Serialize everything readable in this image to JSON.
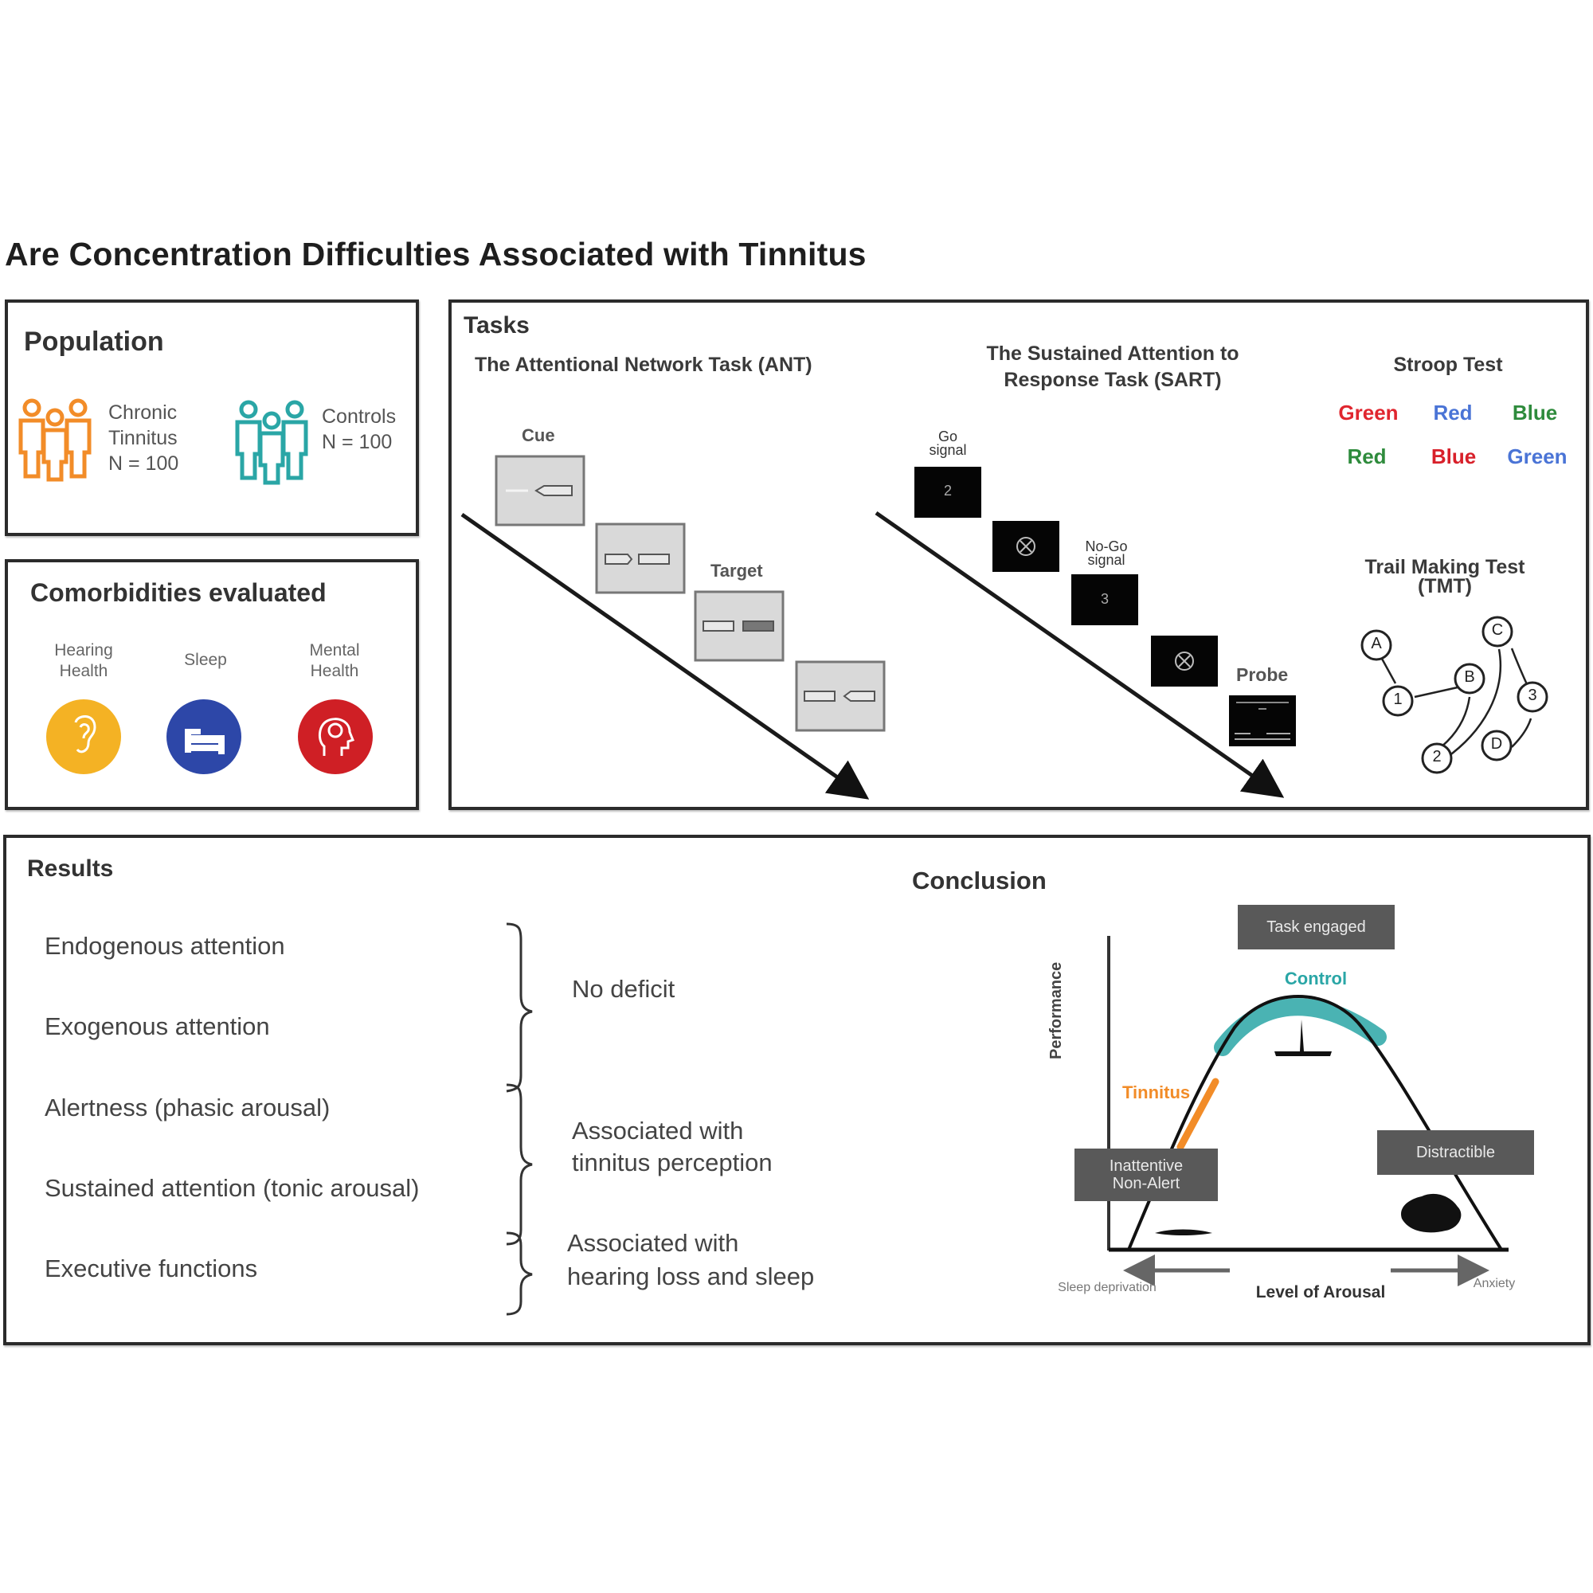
{
  "title": "Are Concentration Difficulties Associated with Tinnitus",
  "population": {
    "heading": "Population",
    "groups": [
      {
        "icon": "people-group-icon",
        "color": "#f28c28",
        "line1": "Chronic",
        "line2": "Tinnitus",
        "line3": "N = 100"
      },
      {
        "icon": "people-group-icon",
        "color": "#2aa6a6",
        "line1": "Controls",
        "line2": "N = 100"
      }
    ]
  },
  "comorbidities": {
    "heading": "Comorbidities evaluated",
    "items": [
      {
        "line1": "Hearing",
        "line2": "Health",
        "icon": "ear-icon",
        "color": "#f4b224"
      },
      {
        "line1": "Sleep",
        "line2": "",
        "icon": "bed-icon",
        "color": "#2d47a8"
      },
      {
        "line1": "Mental",
        "line2": "Health",
        "icon": "head-mind-icon",
        "color": "#cf1f25"
      }
    ]
  },
  "tasks": {
    "heading": "Tasks",
    "ant": {
      "title": "The Attentional Network Task (ANT)",
      "cue_label": "Cue",
      "target_label": "Target"
    },
    "sart": {
      "title_line1": "The Sustained Attention to",
      "title_line2": "Response Task (SART)",
      "go_label_1": "Go",
      "go_label_2": "signal",
      "go_digit": "2",
      "nogo_label_1": "No-Go",
      "nogo_label_2": "signal",
      "nogo_digit": "3",
      "mask_symbol": "⊗",
      "probe_label": "Probe"
    },
    "stroop": {
      "title": "Stroop Test",
      "words": [
        {
          "text": "Green",
          "color": "#e0262f"
        },
        {
          "text": "Red",
          "color": "#4a74d6"
        },
        {
          "text": "Blue",
          "color": "#2e8b3c"
        },
        {
          "text": "Red",
          "color": "#2e8b3c"
        },
        {
          "text": "Blue",
          "color": "#d8202a"
        },
        {
          "text": "Green",
          "color": "#4a74d6"
        }
      ]
    },
    "tmt": {
      "title_line1": "Trail Making Test",
      "title_line2": "(TMT)",
      "nodes": [
        "A",
        "1",
        "B",
        "2",
        "C",
        "3",
        "D"
      ]
    }
  },
  "results": {
    "heading": "Results",
    "items": [
      "Endogenous attention",
      "Exogenous attention",
      "Alertness (phasic arousal)",
      "Sustained attention (tonic arousal)",
      "Executive functions"
    ],
    "groups": [
      {
        "line1": "No deficit",
        "line2": ""
      },
      {
        "line1": "Associated with",
        "line2": "tinnitus perception"
      },
      {
        "line1": "Associated with",
        "line2": "hearing loss and sleep"
      }
    ]
  },
  "conclusion": {
    "heading": "Conclusion",
    "y_axis_label": "Performance",
    "x_axis_label": "Level of Arousal",
    "left_arrow_label": "Sleep deprivation",
    "right_arrow_label": "Anxiety",
    "task_engaged": "Task engaged",
    "inattentive_line1": "Inattentive",
    "inattentive_line2": "Non-Alert",
    "distractible": "Distractible",
    "control_label": "Control",
    "tinnitus_label": "Tinnitus",
    "control_color": "#2aa6a6",
    "tinnitus_color": "#f28c28"
  }
}
